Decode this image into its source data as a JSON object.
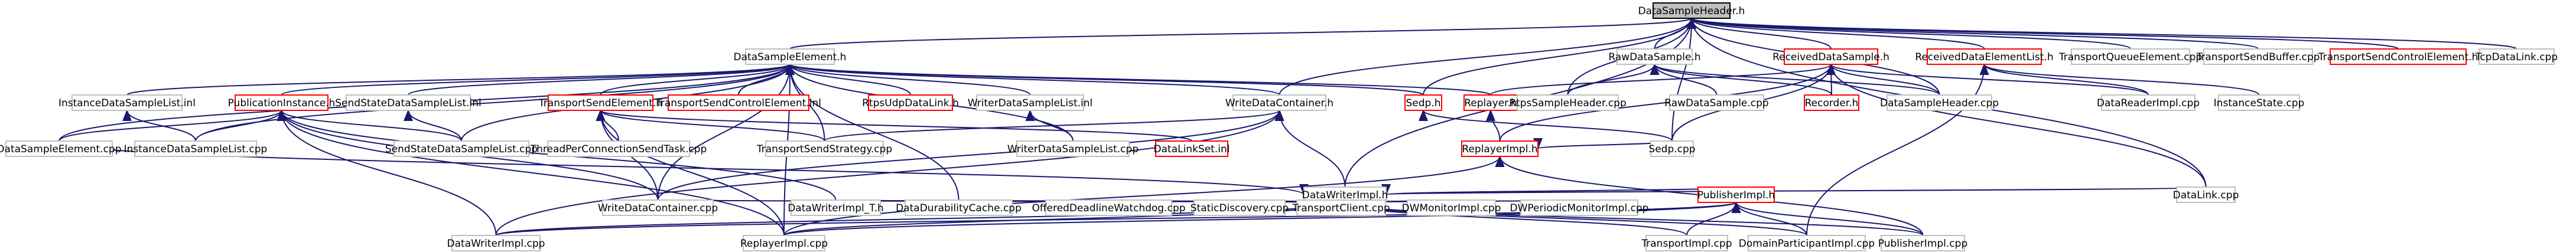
{
  "graph": {
    "root": "DataSampleHeader.h",
    "nodes": [
      {
        "id": "n0",
        "label": "DataSampleHeader.h",
        "kind": "root"
      },
      {
        "id": "n1",
        "label": "DataSampleElement.h",
        "kind": "normal"
      },
      {
        "id": "n2",
        "label": "RawDataSample.h",
        "kind": "normal"
      },
      {
        "id": "n3",
        "label": "ReceivedDataSample.h",
        "kind": "red"
      },
      {
        "id": "n4",
        "label": "ReceivedDataElementList.h",
        "kind": "red"
      },
      {
        "id": "n5",
        "label": "TransportQueueElement.cpp",
        "kind": "normal"
      },
      {
        "id": "n6",
        "label": "TransportSendBuffer.cpp",
        "kind": "normal"
      },
      {
        "id": "n7",
        "label": "TransportSendControlElement.h",
        "kind": "red"
      },
      {
        "id": "n8",
        "label": "TcpDataLink.cpp",
        "kind": "normal"
      },
      {
        "id": "n9",
        "label": "InstanceDataSampleList.inl",
        "kind": "normal"
      },
      {
        "id": "n10",
        "label": "PublicationInstance.h",
        "kind": "red"
      },
      {
        "id": "n11",
        "label": "SendStateDataSampleList.inl",
        "kind": "normal"
      },
      {
        "id": "n12",
        "label": "TransportSendElement.h",
        "kind": "red"
      },
      {
        "id": "n13",
        "label": "TransportSendControlElement.inl",
        "kind": "red"
      },
      {
        "id": "n14",
        "label": "RtpsUdpDataLink.h",
        "kind": "red"
      },
      {
        "id": "n15",
        "label": "WriterDataSampleList.inl",
        "kind": "normal"
      },
      {
        "id": "n16",
        "label": "WriteDataContainer.h",
        "kind": "normal"
      },
      {
        "id": "n17",
        "label": "Sedp.h",
        "kind": "red"
      },
      {
        "id": "n18",
        "label": "Replayer.h",
        "kind": "red"
      },
      {
        "id": "n19",
        "label": "RtpsSampleHeader.cpp",
        "kind": "normal"
      },
      {
        "id": "n20",
        "label": "RawDataSample.cpp",
        "kind": "normal"
      },
      {
        "id": "n21",
        "label": "Recorder.h",
        "kind": "red"
      },
      {
        "id": "n22",
        "label": "DataSampleHeader.cpp",
        "kind": "normal"
      },
      {
        "id": "n23",
        "label": "DataReaderImpl.cpp",
        "kind": "normal"
      },
      {
        "id": "n24",
        "label": "InstanceState.cpp",
        "kind": "normal"
      },
      {
        "id": "n25",
        "label": "DataSampleElement.cpp",
        "kind": "normal"
      },
      {
        "id": "n26",
        "label": "InstanceDataSampleList.cpp",
        "kind": "normal"
      },
      {
        "id": "n27",
        "label": "SendStateDataSampleList.cpp",
        "kind": "normal"
      },
      {
        "id": "n28",
        "label": "ThreadPerConnectionSendTask.cpp",
        "kind": "normal"
      },
      {
        "id": "n29",
        "label": "TransportSendStrategy.cpp",
        "kind": "normal"
      },
      {
        "id": "n30",
        "label": "WriterDataSampleList.cpp",
        "kind": "normal"
      },
      {
        "id": "n31",
        "label": "DataLinkSet.inl",
        "kind": "red"
      },
      {
        "id": "n32",
        "label": "ReplayerImpl.h",
        "kind": "red"
      },
      {
        "id": "n33",
        "label": "Sedp.cpp",
        "kind": "normal"
      },
      {
        "id": "n34",
        "label": "DataWriterImpl.h",
        "kind": "normal"
      },
      {
        "id": "n35",
        "label": "DataLink.cpp",
        "kind": "normal"
      },
      {
        "id": "n36",
        "label": "WriteDataContainer.cpp",
        "kind": "normal"
      },
      {
        "id": "n37",
        "label": "DataWriterImpl_T.h",
        "kind": "normal"
      },
      {
        "id": "n38",
        "label": "DataDurabilityCache.cpp",
        "kind": "normal"
      },
      {
        "id": "n39",
        "label": "OfferedDeadlineWatchdog.cpp",
        "kind": "normal"
      },
      {
        "id": "n40",
        "label": "StaticDiscovery.cpp",
        "kind": "normal"
      },
      {
        "id": "n41",
        "label": "TransportClient.cpp",
        "kind": "normal"
      },
      {
        "id": "n42",
        "label": "DWMonitorImpl.cpp",
        "kind": "normal"
      },
      {
        "id": "n43",
        "label": "DWPeriodicMonitorImpl.cpp",
        "kind": "normal"
      },
      {
        "id": "n44",
        "label": "PublisherImpl.h",
        "kind": "red"
      },
      {
        "id": "n45",
        "label": "DataWriterImpl.cpp",
        "kind": "normal"
      },
      {
        "id": "n46",
        "label": "ReplayerImpl.cpp",
        "kind": "normal"
      },
      {
        "id": "n47",
        "label": "TransportImpl.cpp",
        "kind": "normal"
      },
      {
        "id": "n48",
        "label": "DomainParticipantImpl.cpp",
        "kind": "normal"
      },
      {
        "id": "n49",
        "label": "PublisherImpl.cpp",
        "kind": "normal"
      }
    ],
    "edges": [
      [
        "n0",
        "n1"
      ],
      [
        "n0",
        "n2"
      ],
      [
        "n0",
        "n3"
      ],
      [
        "n0",
        "n4"
      ],
      [
        "n0",
        "n5"
      ],
      [
        "n0",
        "n6"
      ],
      [
        "n0",
        "n7"
      ],
      [
        "n0",
        "n8"
      ],
      [
        "n0",
        "n16"
      ],
      [
        "n0",
        "n17"
      ],
      [
        "n0",
        "n19"
      ],
      [
        "n0",
        "n33"
      ],
      [
        "n0",
        "n35"
      ],
      [
        "n0",
        "n34"
      ],
      [
        "n0",
        "n22"
      ],
      [
        "n1",
        "n9"
      ],
      [
        "n1",
        "n10"
      ],
      [
        "n1",
        "n11"
      ],
      [
        "n1",
        "n12"
      ],
      [
        "n1",
        "n13"
      ],
      [
        "n1",
        "n14"
      ],
      [
        "n1",
        "n15"
      ],
      [
        "n1",
        "n16"
      ],
      [
        "n1",
        "n17"
      ],
      [
        "n1",
        "n18"
      ],
      [
        "n1",
        "n25"
      ],
      [
        "n1",
        "n26"
      ],
      [
        "n1",
        "n27"
      ],
      [
        "n1",
        "n29"
      ],
      [
        "n1",
        "n30"
      ],
      [
        "n1",
        "n36"
      ],
      [
        "n1",
        "n38"
      ],
      [
        "n1",
        "n46"
      ],
      [
        "n2",
        "n19"
      ],
      [
        "n2",
        "n20"
      ],
      [
        "n2",
        "n21"
      ],
      [
        "n2",
        "n22"
      ],
      [
        "n3",
        "n21"
      ],
      [
        "n3",
        "n22"
      ],
      [
        "n3",
        "n23"
      ],
      [
        "n3",
        "n32"
      ],
      [
        "n3",
        "n33"
      ],
      [
        "n3",
        "n35"
      ],
      [
        "n3",
        "n18"
      ],
      [
        "n4",
        "n23"
      ],
      [
        "n4",
        "n24"
      ],
      [
        "n4",
        "n48"
      ],
      [
        "n9",
        "n26"
      ],
      [
        "n10",
        "n26"
      ],
      [
        "n10",
        "n27"
      ],
      [
        "n10",
        "n36"
      ],
      [
        "n10",
        "n37"
      ],
      [
        "n10",
        "n45"
      ],
      [
        "n10",
        "n46"
      ],
      [
        "n10",
        "n25"
      ],
      [
        "n11",
        "n27"
      ],
      [
        "n12",
        "n28"
      ],
      [
        "n12",
        "n29"
      ],
      [
        "n12",
        "n31"
      ],
      [
        "n12",
        "n36"
      ],
      [
        "n12",
        "n46"
      ],
      [
        "n15",
        "n30"
      ],
      [
        "n16",
        "n34"
      ],
      [
        "n16",
        "n36"
      ],
      [
        "n16",
        "n29"
      ],
      [
        "n16",
        "n45"
      ],
      [
        "n17",
        "n33"
      ],
      [
        "n18",
        "n32"
      ],
      [
        "n32",
        "n33"
      ],
      [
        "n32",
        "n46"
      ],
      [
        "n32",
        "n49"
      ],
      [
        "n34",
        "n35"
      ],
      [
        "n34",
        "n36"
      ],
      [
        "n34",
        "n37"
      ],
      [
        "n34",
        "n38"
      ],
      [
        "n34",
        "n39"
      ],
      [
        "n34",
        "n40"
      ],
      [
        "n34",
        "n41"
      ],
      [
        "n34",
        "n42"
      ],
      [
        "n34",
        "n43"
      ],
      [
        "n34",
        "n44"
      ],
      [
        "n34",
        "n45"
      ],
      [
        "n34",
        "n46"
      ],
      [
        "n34",
        "n47"
      ],
      [
        "n34",
        "n48"
      ],
      [
        "n34",
        "n49"
      ],
      [
        "n34",
        "n25"
      ],
      [
        "n44",
        "n45"
      ],
      [
        "n44",
        "n46"
      ],
      [
        "n44",
        "n47"
      ],
      [
        "n44",
        "n48"
      ],
      [
        "n44",
        "n49"
      ]
    ]
  }
}
